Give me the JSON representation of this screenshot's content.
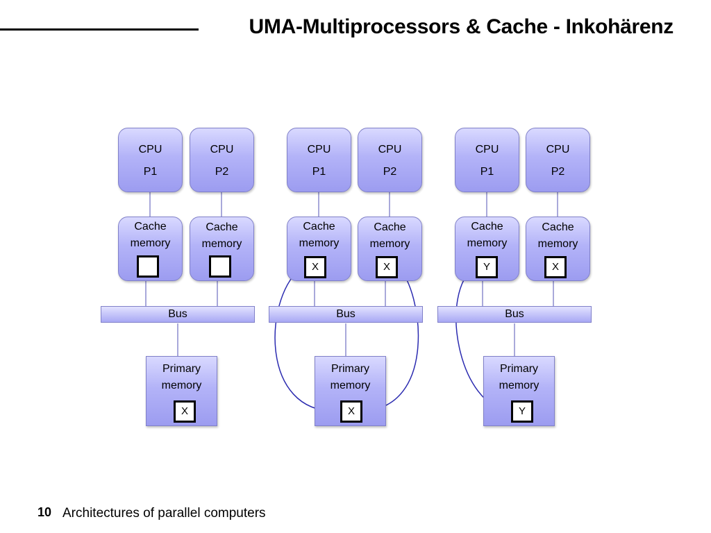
{
  "title": "UMA-Multiprocessors & Cache - Inkohärenz",
  "footer": {
    "page_number": "10",
    "text": "Architectures of parallel computers"
  },
  "labels": {
    "cpu": "CPU",
    "p1": "P1",
    "p2": "P2",
    "cache_line1": "Cache",
    "cache_line2": "memory",
    "bus": "Bus",
    "primary_line1": "Primary",
    "primary_line2": "memory"
  },
  "scenarios": [
    {
      "cache_p1": "",
      "cache_p2": "",
      "primary": "X"
    },
    {
      "cache_p1": "X",
      "cache_p2": "X",
      "primary": "X"
    },
    {
      "cache_p1": "Y",
      "cache_p2": "X",
      "primary": "Y"
    }
  ],
  "colors": {
    "box_fill": "#b3b3f8",
    "box_border": "#8080c8",
    "arrow": "#2b2bb0"
  }
}
